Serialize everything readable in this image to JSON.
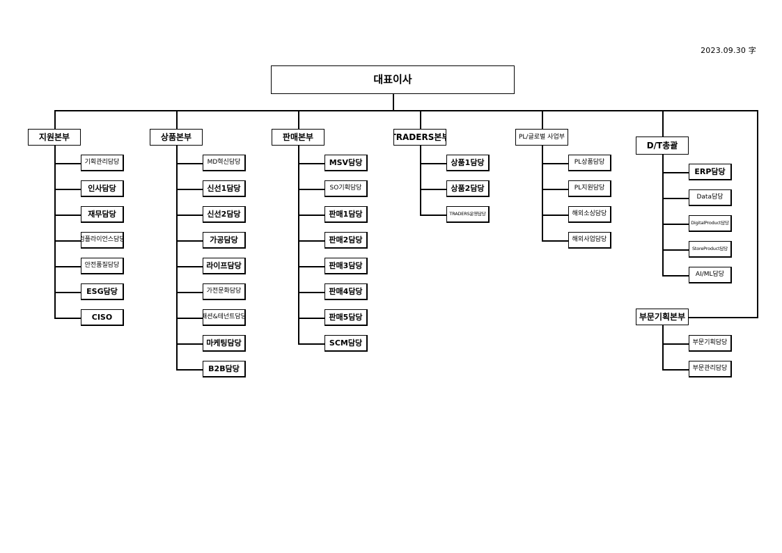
{
  "date": "2023.09.30 字",
  "ceo": "대표이사",
  "divisions": [
    {
      "label": "지원본부",
      "teams": [
        "기획관리담당",
        "인사담당",
        "재무담당",
        "컴플라이언스담당",
        "안전품질담당",
        "ESG담당",
        "CISO"
      ]
    },
    {
      "label": "상품본부",
      "teams": [
        "MD혁신담당",
        "신선1담당",
        "신선2담당",
        "가공담당",
        "라이프담당",
        "가전문화담당",
        "패션&테넌트담당",
        "마케팅담당",
        "B2B담당"
      ]
    },
    {
      "label": "판매본부",
      "teams": [
        "MSV담당",
        "SO기획담당",
        "판매1담당",
        "판매2담당",
        "판매3담당",
        "판매4담당",
        "판매5담당",
        "SCM담당"
      ]
    },
    {
      "label": "TRADERS본부",
      "teams": [
        "상품1담당",
        "상품2담당",
        "TRADERS운영담당"
      ]
    },
    {
      "label": "PL/글로벌 사업부",
      "teams": [
        "PL상품담당",
        "PL지원담당",
        "해외소싱담당",
        "해외사업담당"
      ]
    }
  ],
  "dt": {
    "label": "D/T총괄",
    "teams": [
      "ERP담당",
      "Data담당",
      "DigitalProduct담당",
      "StoreProduct담당",
      "AI/ML담당"
    ]
  },
  "planning": {
    "label": "부문기획본부",
    "teams": [
      "부문기획담당",
      "부문관리담당"
    ]
  }
}
